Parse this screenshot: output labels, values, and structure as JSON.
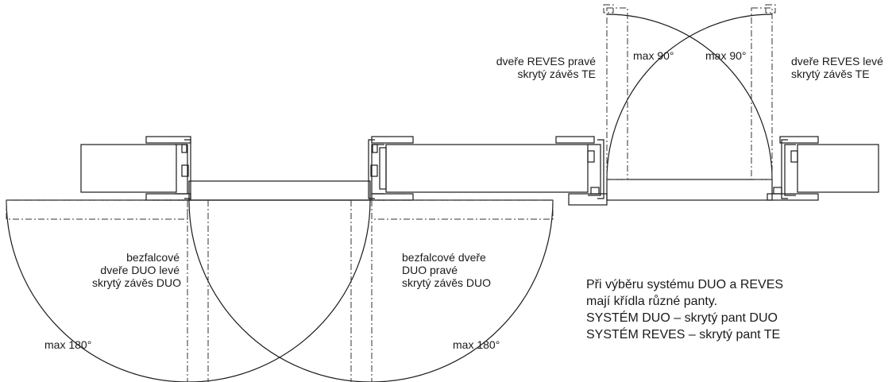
{
  "labels": {
    "duo_left": [
      "bezfalcové",
      "dveře DUO levé",
      "skrytý závěs DUO"
    ],
    "duo_right": [
      "bezfalcové dveře",
      "DUO pravé",
      "skrytý závěs DUO"
    ],
    "reves_right": [
      "dveře REVES pravé",
      "skrytý závěs TE"
    ],
    "reves_left": [
      "dveře REVES levé",
      "skrytý závěs TE"
    ]
  },
  "angles": {
    "left_180": "max 180°",
    "right_180": "max 180°",
    "left_90": "max 90°",
    "right_90": "max 90°"
  },
  "note": [
    "Při výběru systému DUO a REVES",
    "mají křídla různé panty.",
    "SYSTÉM DUO – skrytý pant DUO",
    "SYSTÉM REVES – skrytý pant TE"
  ],
  "colors": {
    "line": "#1a1a1a",
    "dash": "#333333"
  }
}
